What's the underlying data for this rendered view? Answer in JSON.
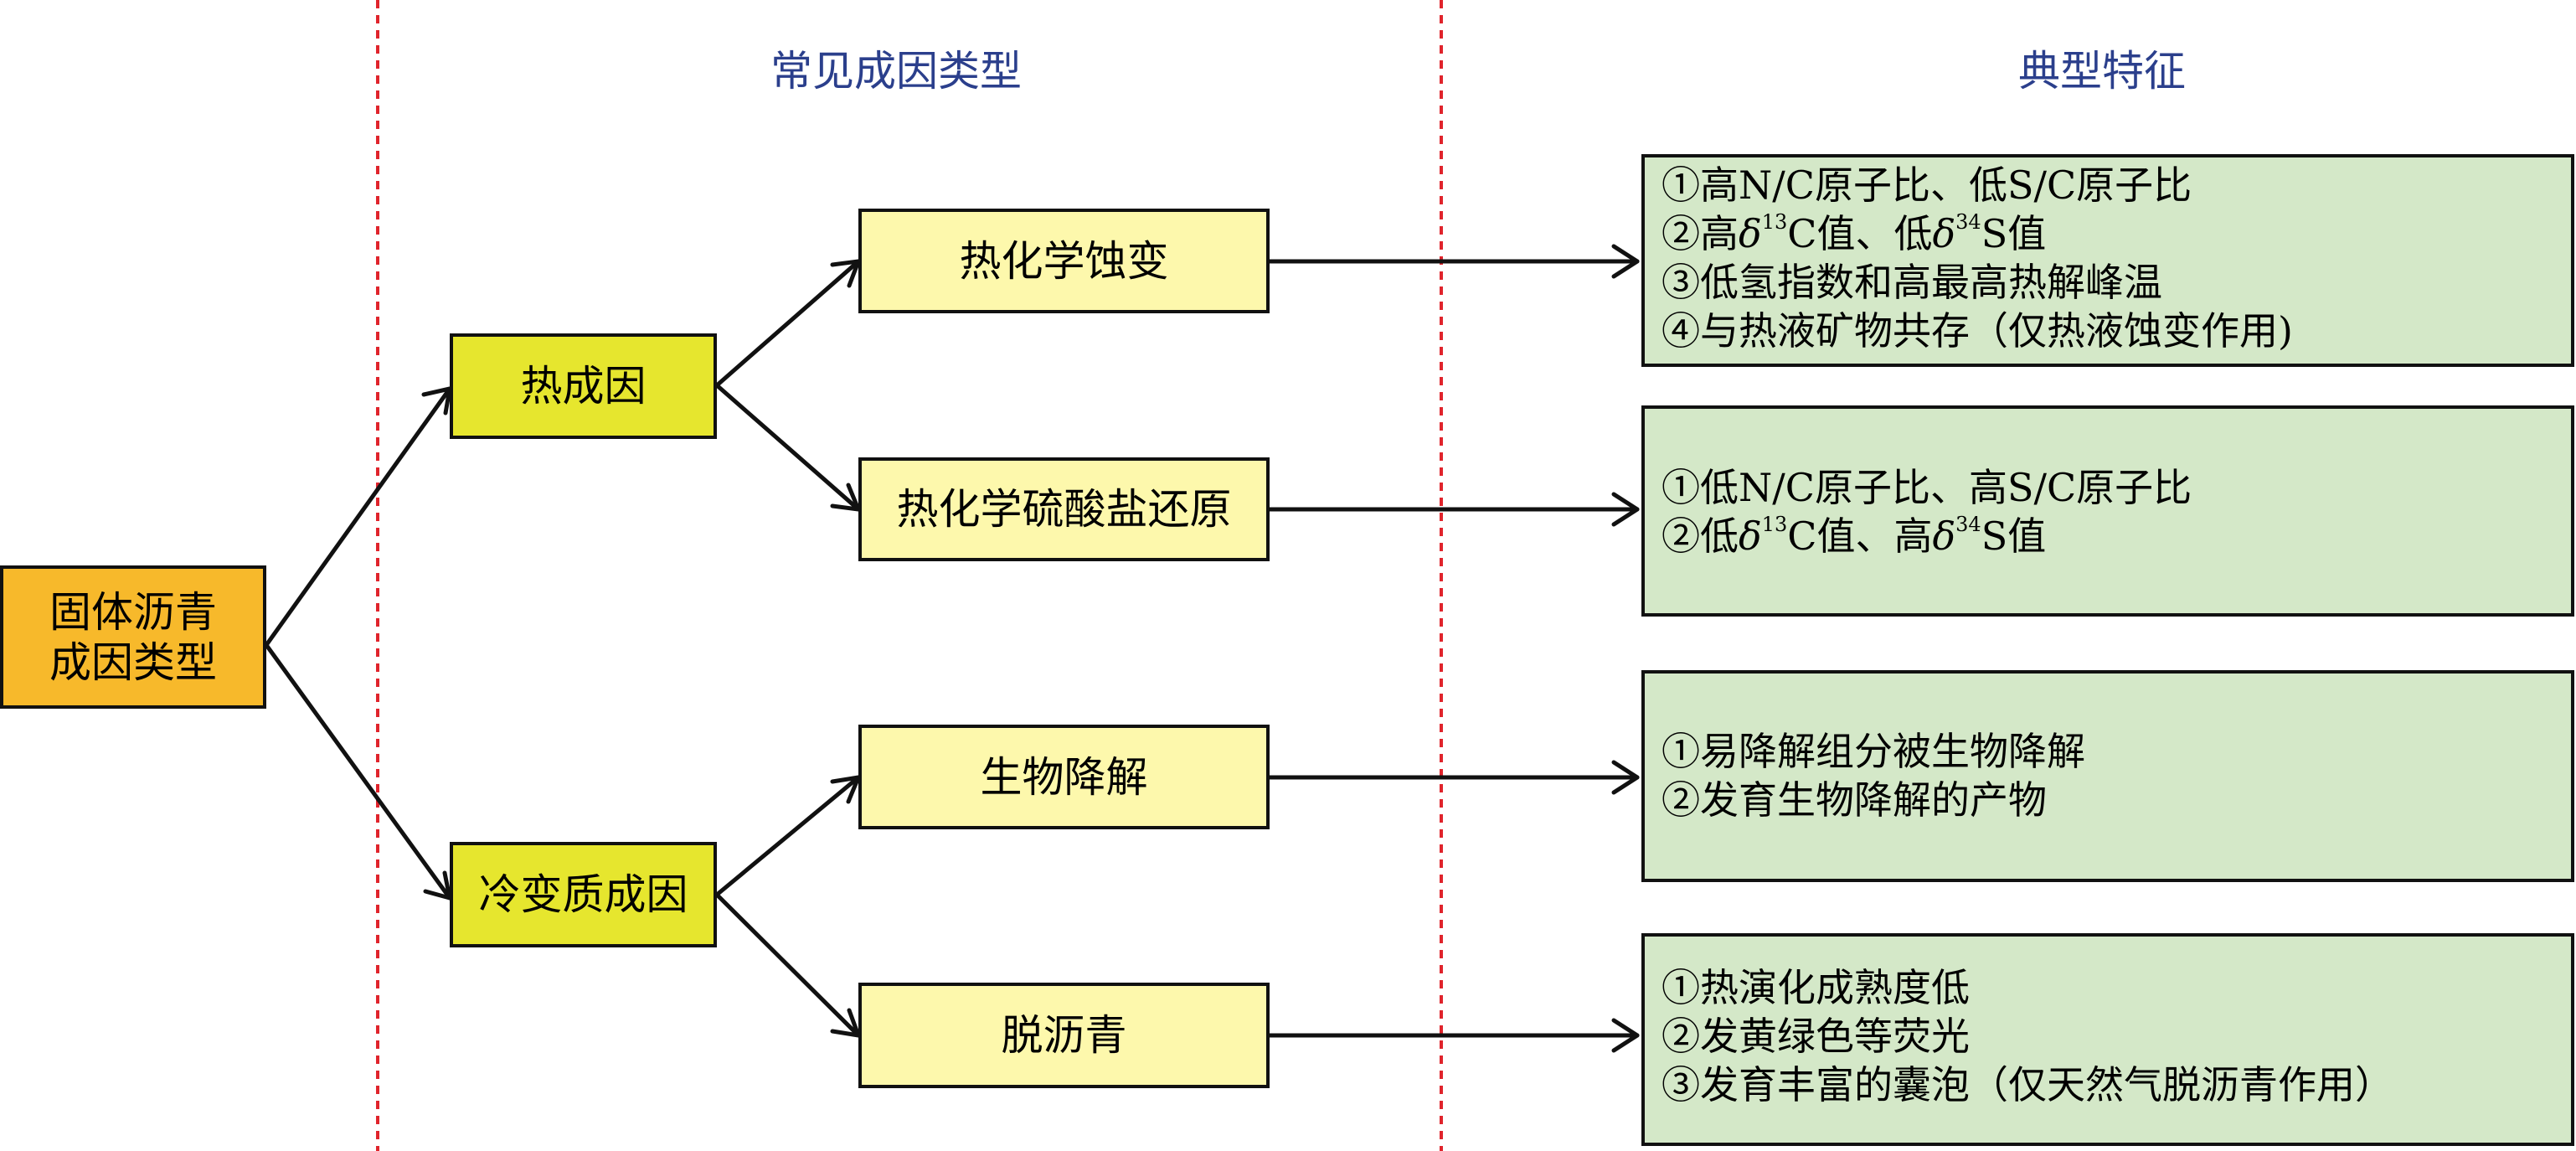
{
  "headers": {
    "types": "常见成因类型",
    "features": "典型特征"
  },
  "root": {
    "line1": "固体沥青",
    "line2": "成因类型"
  },
  "causes": [
    {
      "label": "热成因"
    },
    {
      "label": "冷变质成因"
    }
  ],
  "types": [
    {
      "label": "热化学蚀变"
    },
    {
      "label": "热化学硫酸盐还原"
    },
    {
      "label": "生物降解"
    },
    {
      "label": "脱沥青"
    }
  ],
  "features": [
    {
      "lines": [
        {
          "text": "①高N/C原子比、低S/C原子比"
        },
        {
          "pre": "②高",
          "delta": "δ",
          "sup1": "13",
          "mid": "C值、低",
          "delta2": "δ",
          "sup2": "34",
          "post": "S值"
        },
        {
          "text": "③低氢指数和高最高热解峰温"
        },
        {
          "text": "④与热液矿物共存（仅热液蚀变作用)"
        }
      ]
    },
    {
      "lines": [
        {
          "text": "①低N/C原子比、高S/C原子比"
        },
        {
          "pre": "②低",
          "delta": "δ",
          "sup1": "13",
          "mid": "C值、高",
          "delta2": "δ",
          "sup2": "34",
          "post": "S值"
        }
      ]
    },
    {
      "lines": [
        {
          "text": "①易降解组分被生物降解"
        },
        {
          "text": "②发育生物降解的产物"
        }
      ]
    },
    {
      "lines": [
        {
          "text": "①热演化成熟度低"
        },
        {
          "text": "②发黄绿色等荧光"
        },
        {
          "text": "③发育丰富的囊泡（仅天然气脱沥青作用）"
        }
      ]
    }
  ],
  "colors": {
    "root": "#f7b92b",
    "cause": "#e6e62e",
    "type": "#fdf8ac",
    "feature": "#d4e8c8",
    "header_text": "#2b3f8c",
    "divider": "#e0242c"
  }
}
